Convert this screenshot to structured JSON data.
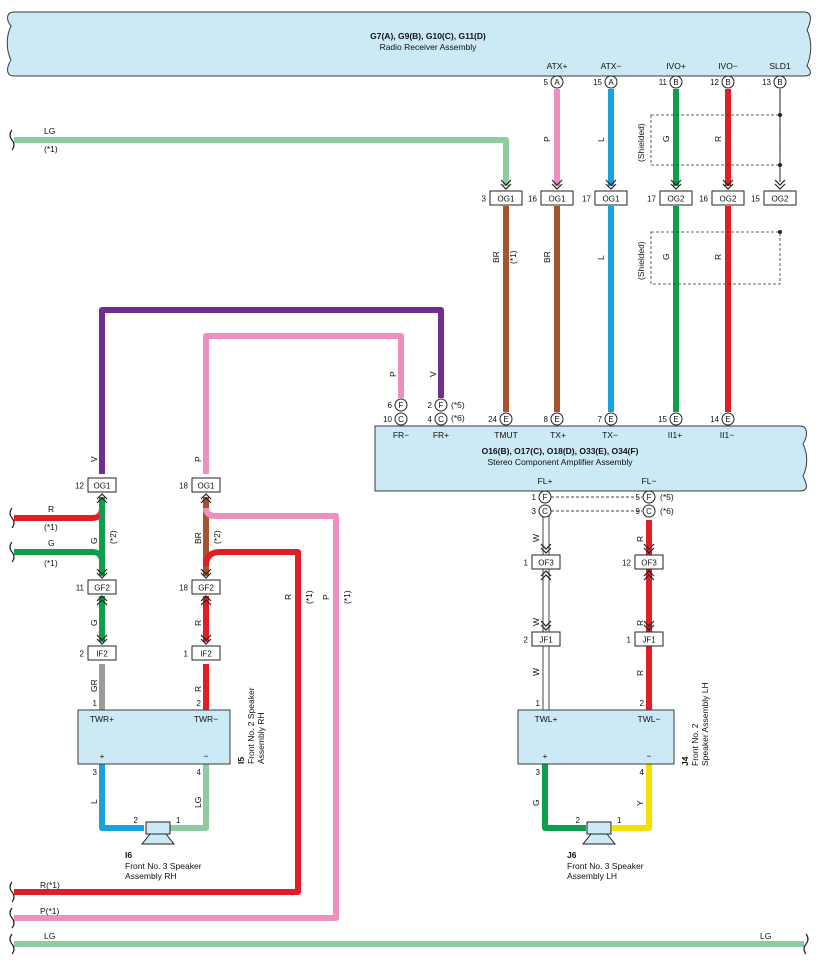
{
  "radio": {
    "title": "G7(A), G9(B), G10(C), G11(D)",
    "subtitle": "Radio Receiver Assembly"
  },
  "radio_pins": [
    {
      "label": "ATX+",
      "num": "5",
      "conn": "A"
    },
    {
      "label": "ATX−",
      "num": "15",
      "conn": "A"
    },
    {
      "label": "IVO+",
      "num": "11",
      "conn": "B"
    },
    {
      "label": "IVO−",
      "num": "12",
      "conn": "B"
    },
    {
      "label": "SLD1",
      "num": "13",
      "conn": "B"
    }
  ],
  "wire_labels": {
    "lg_top": "LG",
    "star1": "(*1)",
    "p": "P",
    "l": "L",
    "g": "G",
    "r": "R",
    "br": "BR",
    "v": "V",
    "w": "W",
    "gr": "GR",
    "y": "Y",
    "star2": "(*2)",
    "star5": "(*5)",
    "star6": "(*6)",
    "shielded": "(Shielded)",
    "r_star1": "R(*1)",
    "p_star1": "P(*1)",
    "lg_bottom": "LG",
    "lg_right": "LG"
  },
  "og1_row": [
    {
      "num": "3",
      "name": "OG1"
    },
    {
      "num": "16",
      "name": "OG1"
    },
    {
      "num": "17",
      "name": "OG1"
    },
    {
      "num": "17",
      "name": "OG2"
    },
    {
      "num": "16",
      "name": "OG2"
    },
    {
      "num": "15",
      "name": "OG2"
    }
  ],
  "amp": {
    "title": "O16(B), O17(C), O18(D), O33(E), O34(F)",
    "subtitle": "Stereo Component Amplifier Assembly"
  },
  "amp_top_pins": [
    {
      "label": "FR−",
      "num1": "6",
      "c1": "F",
      "num2": "10",
      "c2": "C"
    },
    {
      "label": "FR+",
      "num1": "2",
      "c1": "F",
      "num2": "4",
      "c2": "C"
    },
    {
      "label": "TMUT",
      "num": "24",
      "conn": "E"
    },
    {
      "label": "TX+",
      "num": "8",
      "conn": "E"
    },
    {
      "label": "TX−",
      "num": "7",
      "conn": "E"
    },
    {
      "label": "II1+",
      "num": "15",
      "conn": "E"
    },
    {
      "label": "II1−",
      "num": "14",
      "conn": "E"
    }
  ],
  "amp_bottom_pins": [
    {
      "label": "FL+",
      "num1": "1",
      "c1": "F",
      "num2": "3",
      "c2": "C"
    },
    {
      "label": "FL−",
      "num1": "5",
      "c1": "F",
      "num2": "9",
      "c2": "C"
    }
  ],
  "left_connectors": {
    "og1_a": {
      "num": "12",
      "name": "OG1"
    },
    "og1_b": {
      "num": "18",
      "name": "OG1"
    },
    "gf2_a": {
      "num": "11",
      "name": "GF2"
    },
    "gf2_b": {
      "num": "18",
      "name": "GF2"
    },
    "if2_a": {
      "num": "2",
      "name": "IF2"
    },
    "if2_b": {
      "num": "1",
      "name": "IF2"
    }
  },
  "right_connectors": {
    "of3_a": {
      "num": "1",
      "name": "OF3"
    },
    "of3_b": {
      "num": "12",
      "name": "OF3"
    },
    "jf1_a": {
      "num": "2",
      "name": "JF1"
    },
    "jf1_b": {
      "num": "1",
      "name": "JF1"
    }
  },
  "speaker_rh2": {
    "plus_label": "TWR+",
    "minus_label": "TWR−",
    "plus": "+",
    "minus": "−",
    "pin_top_a": "1",
    "pin_top_b": "2",
    "pin_bot_a": "3",
    "pin_bot_b": "4",
    "code": "I5",
    "name1": "Front No. 2 Speaker",
    "name2": "Assembly RH"
  },
  "speaker_lh2": {
    "plus_label": "TWL+",
    "minus_label": "TWL−",
    "plus": "+",
    "minus": "−",
    "pin_top_a": "1",
    "pin_top_b": "2",
    "pin_bot_a": "3",
    "pin_bot_b": "4",
    "code": "J4",
    "name1": "Front No. 2",
    "name2": "Speaker Assembly LH"
  },
  "speaker_rh3": {
    "code": "I6",
    "name1": "Front No. 3 Speaker",
    "name2": "Assembly RH",
    "pin_a": "2",
    "pin_b": "1"
  },
  "speaker_lh3": {
    "code": "J6",
    "name1": "Front No. 3 Speaker",
    "name2": "Assembly LH",
    "pin_a": "2",
    "pin_b": "1"
  },
  "colors": {
    "box_fill": "#cce9f6",
    "box_stroke": "#3a3a3a",
    "lg": "#8fcba0",
    "pink": "#ee8fbf",
    "blue": "#1aa2df",
    "green": "#0e9f4b",
    "red": "#e31d25",
    "brown": "#a5542f",
    "violet": "#6e2f8f",
    "gray": "#9a9a9a",
    "yellow": "#f4e100"
  }
}
